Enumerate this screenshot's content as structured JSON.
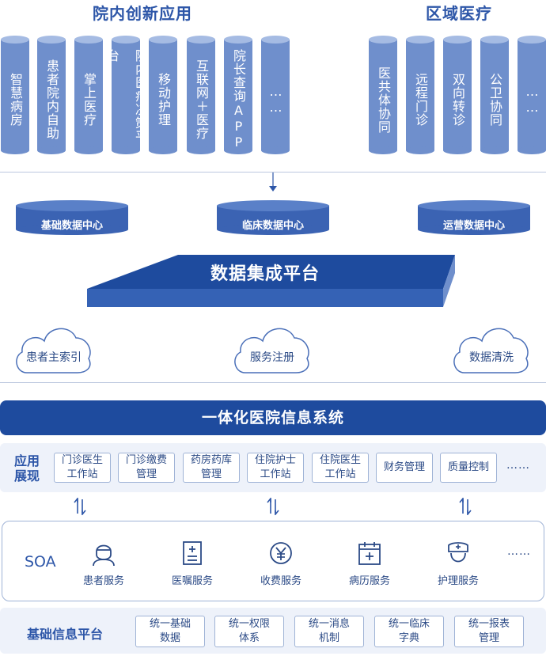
{
  "top": {
    "left_title": "院内创新应用",
    "right_title": "区域医疗",
    "left_pillars": [
      "智慧病房",
      "患者院内自助",
      "掌上医疗",
      "院内医疗决策平台",
      "移动护理",
      "互联网＋医疗",
      "院长查询APP",
      "……"
    ],
    "right_pillars": [
      "医共体协同",
      "远程门诊",
      "双向转诊",
      "公卫协同",
      "……"
    ]
  },
  "data_centers": [
    "基础数据中心",
    "临床数据中心",
    "运营数据中心"
  ],
  "platform_label": "数据集成平台",
  "clouds": [
    "患者主索引",
    "服务注册",
    "数据清洗"
  ],
  "banner": "一体化医院信息系统",
  "app_layer": {
    "label_line1": "应用",
    "label_line2": "展现",
    "items": [
      {
        "line1": "门诊医生",
        "line2": "工作站"
      },
      {
        "line1": "门诊缴费",
        "line2": "管理"
      },
      {
        "line1": "药房药库",
        "line2": "管理"
      },
      {
        "line1": "住院护士",
        "line2": "工作站"
      },
      {
        "line1": "住院医生",
        "line2": "工作站"
      },
      {
        "line1": "财务管理",
        "line2": ""
      },
      {
        "line1": "质量控制",
        "line2": ""
      }
    ],
    "more": "……"
  },
  "soa": {
    "label": "SOA",
    "services": [
      {
        "label": "患者服务",
        "icon": "nurse-icon"
      },
      {
        "label": "医嘱服务",
        "icon": "document-icon"
      },
      {
        "label": "收费服务",
        "icon": "yen-coin-icon"
      },
      {
        "label": "病历服务",
        "icon": "calendar-record-icon"
      },
      {
        "label": "护理服务",
        "icon": "nurse-cap-icon"
      }
    ],
    "more": "……"
  },
  "base_layer": {
    "label": "基础信息平台",
    "items": [
      {
        "line1": "统一基础",
        "line2": "数据"
      },
      {
        "line1": "统一权限",
        "line2": "体系"
      },
      {
        "line1": "统一消息",
        "line2": "机制"
      },
      {
        "line1": "统一临床",
        "line2": "字典"
      },
      {
        "line1": "统一报表",
        "line2": "管理"
      }
    ]
  },
  "colors": {
    "primary": "#1e4b9e",
    "pillar": "#6f8fcc",
    "pillar_top": "#a5bbe3",
    "panel": "#eef2fa"
  }
}
